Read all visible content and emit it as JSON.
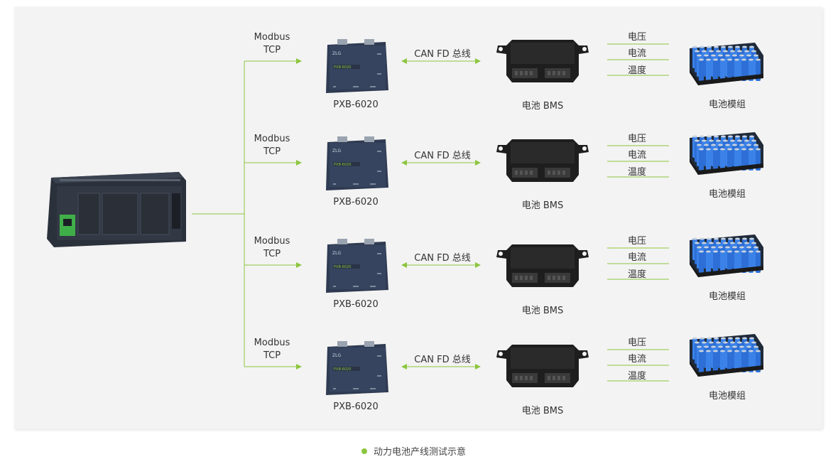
{
  "caption": "动力电池产线测试示意",
  "branches": [
    {
      "protocol_line1": "Modbus",
      "protocol_line2": "TCP",
      "gateway_label": "PXB-6020",
      "link_label": "CAN FD 总线",
      "bms_label": "电池 BMS",
      "signals": [
        "电压",
        "电流",
        "温度"
      ],
      "pack_label": "电池模组"
    },
    {
      "protocol_line1": "Modbus",
      "protocol_line2": "TCP",
      "gateway_label": "PXB-6020",
      "link_label": "CAN FD 总线",
      "bms_label": "电池 BMS",
      "signals": [
        "电压",
        "电流",
        "温度"
      ],
      "pack_label": "电池模组"
    },
    {
      "protocol_line1": "Modbus",
      "protocol_line2": "TCP",
      "gateway_label": "PXB-6020",
      "link_label": "CAN FD 总线",
      "bms_label": "电池 BMS",
      "signals": [
        "电压",
        "电流",
        "温度"
      ],
      "pack_label": "电池模组"
    },
    {
      "protocol_line1": "Modbus",
      "protocol_line2": "TCP",
      "gateway_label": "PXB-6020",
      "link_label": "CAN FD 总线",
      "bms_label": "电池 BMS",
      "signals": [
        "电压",
        "电流",
        "温度"
      ],
      "pack_label": "电池模组"
    }
  ],
  "gateway_brand": "ZLG",
  "gateway_model": "PXB-6020",
  "colors": {
    "accent": "#8cc63f",
    "panel": "#f3f3f3",
    "device": "#2f3b52"
  }
}
